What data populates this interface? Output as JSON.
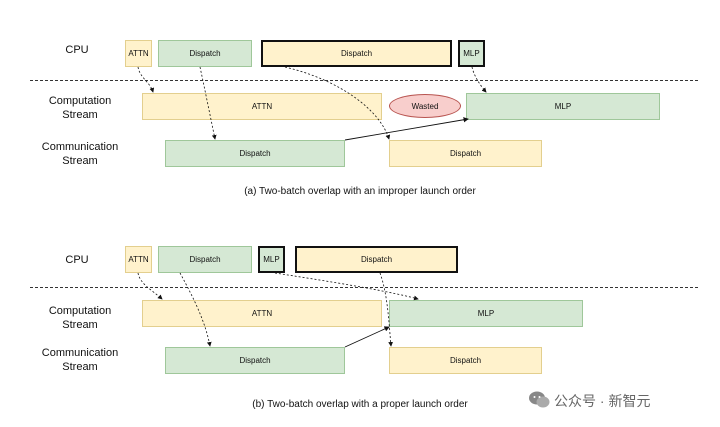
{
  "diagram_a": {
    "cpu_label": "CPU",
    "computation_label": "Computation\nStream",
    "communication_label": "Communication\nStream",
    "cpu_boxes": [
      "ATTN",
      "Dispatch",
      "Dispatch",
      "MLP"
    ],
    "computation_boxes": [
      "ATTN",
      "MLP"
    ],
    "wasted_label": "Wasted",
    "communication_boxes": [
      "Dispatch",
      "Dispatch"
    ],
    "caption": "(a) Two-batch overlap with an improper launch order"
  },
  "diagram_b": {
    "cpu_label": "CPU",
    "computation_label": "Computation\nStream",
    "communication_label": "Communication\nStream",
    "cpu_boxes": [
      "ATTN",
      "Dispatch",
      "MLP",
      "Dispatch"
    ],
    "computation_boxes": [
      "ATTN",
      "MLP"
    ],
    "communication_boxes": [
      "Dispatch",
      "Dispatch"
    ],
    "caption": "(b) Two-batch overlap with a proper launch order"
  },
  "watermark": {
    "text": "公众号 · 新智元",
    "icon": "wechat-icon"
  },
  "colors": {
    "compute_fill": "#fff2cc",
    "comm_fill": "#d5e8d4",
    "wasted_fill": "#f8cecc"
  }
}
